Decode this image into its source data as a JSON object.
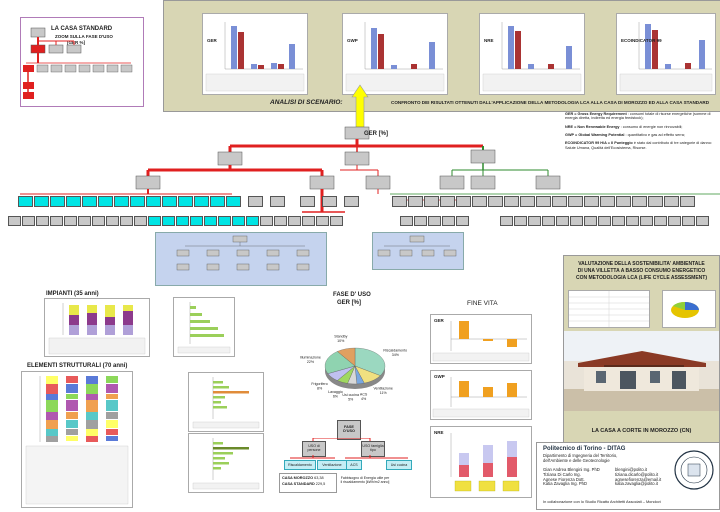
{
  "zoom_box": {
    "title": "LA CASA STANDARD",
    "sub1": "ZOOM SULLA FASE D'USO",
    "sub2": "[GER %]"
  },
  "scenario": {
    "label": "ANALISI DI SCENARIO:",
    "text": "CONFRONTO DEI RISULTATI OTTENUTI DALL'APPLICAZIONE DELLA METODOLOGIA LCA ALLA CASA DI MOROZZO ED ALLA CASA STANDARD",
    "chart_titles": [
      "GER",
      "GWP",
      "NRE",
      "ECOINDICATOR 99"
    ]
  },
  "tree": {
    "root_label": "GER [%]"
  },
  "legend": {
    "ger": "GER = Gross Energy Requirement",
    "ger_desc": ": consumi totale di risorse energetiche (somme di energia diretta, indiretta ed energia feedstock);",
    "nre": "NRE = Non Renewable Energy",
    "nre_desc": ": consumo di energie non rinnovabili;",
    "gwp": "GWP = Global Warming Potential",
    "gwp_desc": ": quantitativo e gas ad effetto serra;",
    "eco": "ECOINDICATOR 99 H/A = Il Punteggio",
    "eco_desc": "è stato dal contributo di tre categorie di danno: Salute Umana, Qualità dell'Ecosistema, Risorse."
  },
  "headline": {
    "l1": "VALUTAZIONE DELLA SOSTENIBILITA' AMBIENTALE",
    "l2": "DI UNA VILLETTA A BASSO CONSUMO ENERGETICO",
    "l3": "CON METODOLOGIA LCA (LIFE CYCLE ASSESSMENT)"
  },
  "casa_caption": "LA CASA A CORTE IN MOROZZO (CN)",
  "impianti": {
    "title": "IMPIANTI (35 anni)"
  },
  "elementi": {
    "title": "ELEMENTI STRUTTURALI (70 anni)"
  },
  "fase_uso": {
    "title1": "FASE D' USO",
    "title2": "GER [%]",
    "center": "FASE D'USO",
    "uso_persone": "USO di persone",
    "uso_famiglia": "USO famiglia tipo",
    "risc": "Riscaldamento",
    "vent": "Ventilazione",
    "acs": "ACS",
    "usi_cucina": "Usi cucina",
    "casa_label": "CASA STANDARD",
    "casa_val": "229,5",
    "morozzo_label": "CASA MOROZZO",
    "morozzo_val": "63,38",
    "fab_title": "Fabbisogno di Energia utile per il riscaldamento [kWh/m2 anno]"
  },
  "fine_vita": {
    "title": "FINE VITA",
    "chart_titles": [
      "GER",
      "GWP",
      "NRE"
    ]
  },
  "pie_chart": {
    "chart_data": {
      "type": "pie",
      "categories": [
        "Riscaldamento",
        "Ventilazione",
        "ACS",
        "Usi cucina",
        "Lavaggio",
        "Frigorifero",
        "Illuminazione",
        "Standby"
      ],
      "values": [
        34,
        11,
        4,
        5,
        6,
        8,
        22,
        10
      ]
    }
  },
  "logo": {
    "inst": "Politecnico di Torino - DITAG",
    "dept1": "Dipartimento di Ingegneria del Territorio,",
    "dept2": "dell'Ambiente e delle Geotecnologie",
    "people": [
      "Gian Andrea Blengini Ing. PhD",
      "Tiziana Di Carlo Ing.",
      "Agnese Fiorenza Dott.",
      "Katia Zavaglia Ing. PhD"
    ],
    "emails": [
      "blengini@polito.it",
      "tiziana.dicarlo@polito.it",
      "agnesefiorenza@email.it",
      "katia.zavaglia@polito.it"
    ],
    "collab": "In collaborazione con lo Studio Ricatto Architetti Associati – Mondovì"
  },
  "colors": {
    "panel_bg": "#d8d6b4",
    "red": "#e02020",
    "green": "#2e8b2e",
    "cyan": "#00e5e5",
    "grey_box": "#c8c8c8",
    "blue_zone": "#c5d3ee",
    "purple": "#9b6fb0"
  }
}
